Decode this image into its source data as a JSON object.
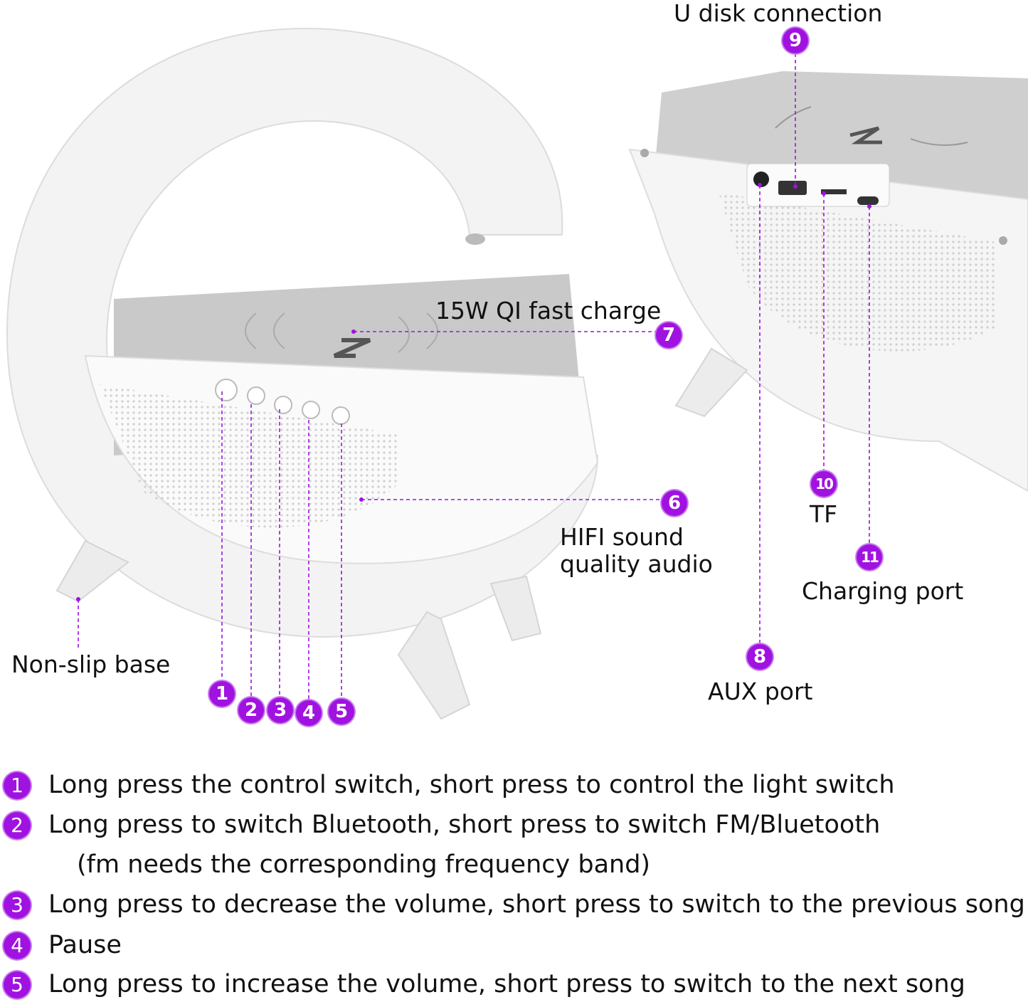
{
  "accent_color": "#a012e0",
  "callouts": {
    "u_disk": {
      "number": "9",
      "label": "U disk connection"
    },
    "qi_charge": {
      "number": "7",
      "label": "15W QI fast charge"
    },
    "hifi": {
      "number": "6",
      "label_line1": "HIFI sound",
      "label_line2": "quality audio"
    },
    "tf": {
      "number": "10",
      "label": "TF"
    },
    "charging_port": {
      "number": "11",
      "label": "Charging port"
    },
    "aux": {
      "number": "8",
      "label": "AUX port"
    },
    "non_slip": {
      "label": "Non-slip base"
    },
    "buttons": [
      "1",
      "2",
      "3",
      "4",
      "5"
    ]
  },
  "legend": [
    {
      "number": "1",
      "text": "Long press the control switch, short press to control the light switch"
    },
    {
      "number": "2",
      "text": "Long press to switch Bluetooth, short press to switch FM/Bluetooth",
      "continuation": "(fm needs the corresponding frequency band)"
    },
    {
      "number": "3",
      "text": "Long press to decrease the volume, short press to switch to the previous song"
    },
    {
      "number": "4",
      "text": "Pause"
    },
    {
      "number": "5",
      "text": "Long press to increase the volume, short press to switch to the next song"
    }
  ]
}
